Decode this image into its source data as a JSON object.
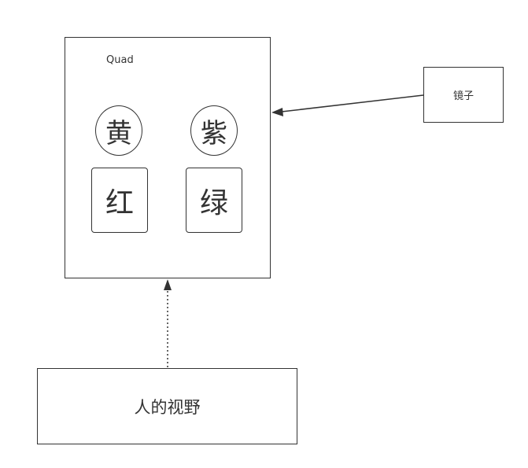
{
  "diagram": {
    "quad": {
      "label": "Quad",
      "circles": [
        {
          "label": "黄"
        },
        {
          "label": "紫"
        }
      ],
      "boxes": [
        {
          "label": "红"
        },
        {
          "label": "绿"
        }
      ]
    },
    "mirror": {
      "label": "镜子"
    },
    "view": {
      "label": "人的视野"
    },
    "connectors": [
      {
        "from": "mirror",
        "to": "quad",
        "style": "solid",
        "arrow": "end"
      },
      {
        "from": "view",
        "to": "quad",
        "style": "dotted",
        "arrow": "end"
      }
    ],
    "colors": {
      "stroke": "#333333",
      "text": "#333333",
      "background": "#ffffff"
    }
  }
}
